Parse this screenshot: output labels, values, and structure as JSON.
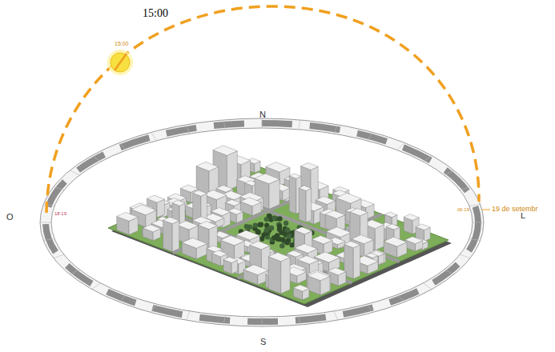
{
  "diagram": {
    "labels": [
      "15:00",
      "15:00",
      "N",
      "O",
      "S",
      "18:19",
      "06:19",
      "L",
      "19 de setembr"
    ]
  }
}
